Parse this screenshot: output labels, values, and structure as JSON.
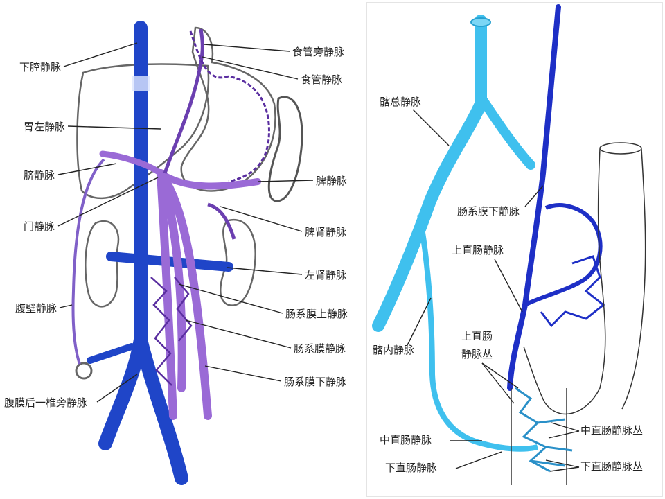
{
  "colors": {
    "ivc_blue": "#1f45c8",
    "portal_purple": "#8f5fd0",
    "varix_purple": "#5a2ea0",
    "iliac_cyan": "#34b6e6",
    "ima_blue": "#1e2fc6",
    "outline_gray": "#666666",
    "leader": "#222222"
  },
  "left_diagram": {
    "labels": {
      "ivc": "下腔静脉",
      "left_gastric": "胃左静脉",
      "umbilical": "脐静脉",
      "portal": "门静脉",
      "abdominal_wall": "腹壁静脉",
      "retroperitoneal": "腹膜后一椎旁静脉",
      "paraesophageal": "食管旁静脉",
      "esophageal": "食管静脉",
      "splenic": "脾静脉",
      "splenorenal": "脾肾静脉",
      "left_renal": "左肾静脉",
      "sup_mesenteric": "肠系膜上静脉",
      "mesenteric": "肠系膜静脉",
      "inf_mesenteric": "肠系膜下静脉"
    }
  },
  "right_diagram": {
    "labels": {
      "common_iliac": "髂总静脉",
      "internal_iliac": "髂内静脉",
      "inf_mesenteric": "肠系膜下静脉",
      "superior_rectal": "上直肠静脉",
      "superior_rectal_plexus_1": "上直肠",
      "superior_rectal_plexus_2": "静脉丛",
      "middle_rectal": "中直肠静脉",
      "inferior_rectal": "下直肠静脉",
      "middle_rectal_plexus": "中直肠静脉丛",
      "inferior_rectal_plexus": "下直肠静脉丛"
    }
  }
}
